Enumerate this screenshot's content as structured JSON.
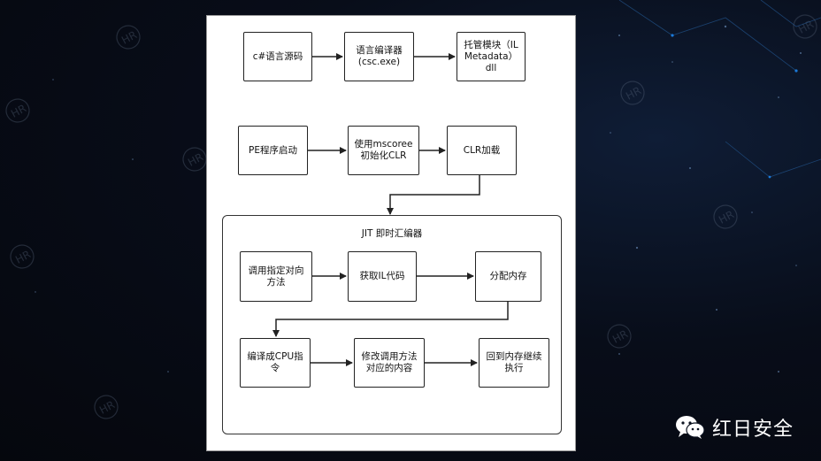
{
  "diagram": {
    "nodes": {
      "source": "c#语言源码",
      "compiler": "语言编译器\n(csc.exe)",
      "managed_module": "托管模块（IL\nMetadata）\ndll",
      "pe_start": "PE程序启动",
      "mscoree": "使用mscoree\n初始化CLR",
      "clr_load": "CLR加载",
      "call_method": "调用指定对向\n方法",
      "get_il": "获取IL代码",
      "alloc": "分配内存",
      "compile_cpu": "编译成CPU指\n令",
      "modify": "修改调用方法\n对应的内容",
      "return": "回到内存继续\n执行"
    },
    "jit_group_title": "JIT 即时汇编器"
  },
  "watermark": {
    "brand_text": "红日安全",
    "logo_letters": "HR"
  },
  "colors": {
    "background": "#080d19",
    "panel": "#ffffff",
    "line": "#222222"
  }
}
